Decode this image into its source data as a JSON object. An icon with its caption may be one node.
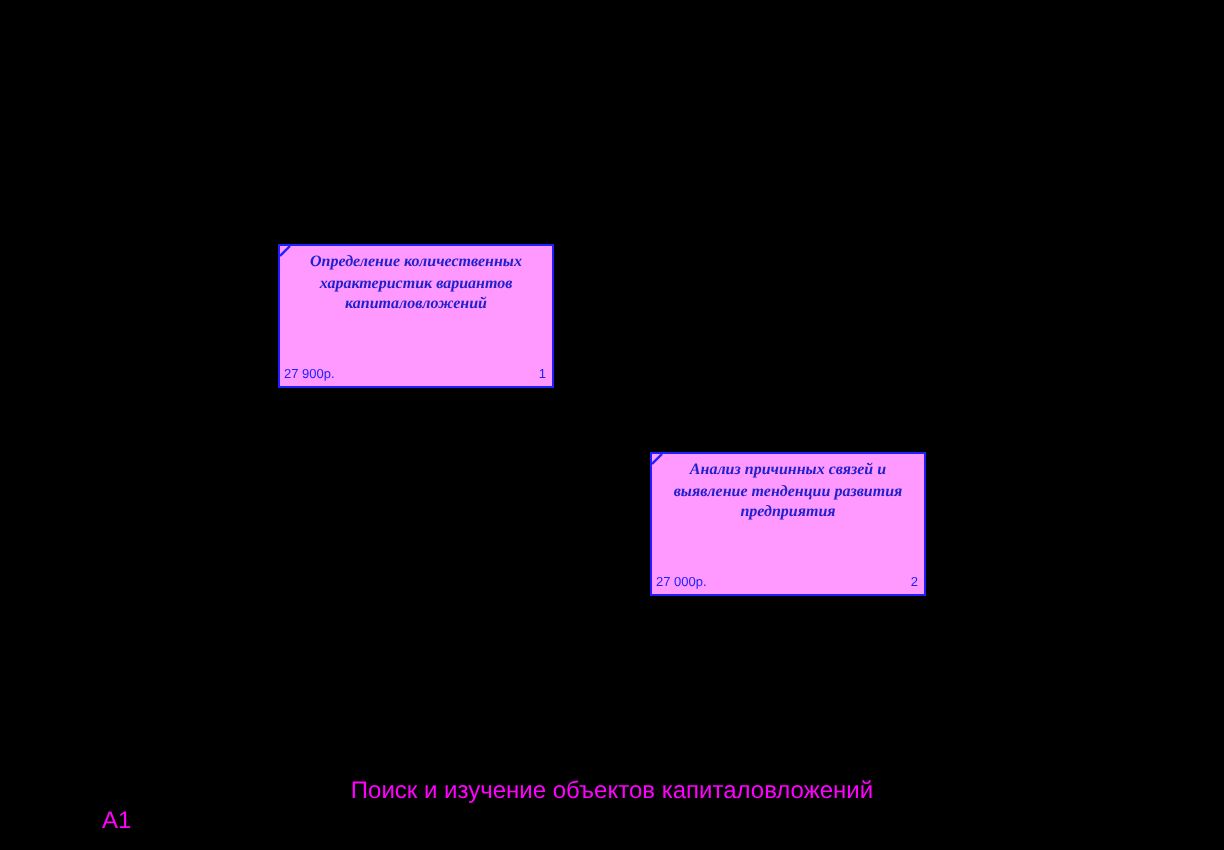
{
  "diagram": {
    "title": "Поиск и изучение объектов капиталовложений",
    "nodes": [
      {
        "text": [
          "Определение количественных характеристик вариантов капиталовложений",
          "27 900р.",
          "1"
        ]
      },
      {
        "text": [
          "Анализ причинных связей и выявление тенденции развития предприятия",
          "27 000р.",
          "2"
        ]
      }
    ],
    "edges": [],
    "labels": [
      "A1"
    ]
  }
}
